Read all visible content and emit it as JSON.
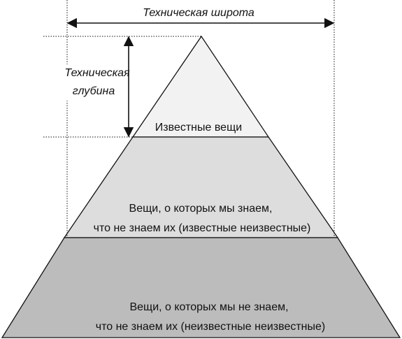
{
  "diagram": {
    "width_label": "Техническая широта",
    "depth_label_line1": "Техническая",
    "depth_label_line2": "глубина",
    "tiers": [
      {
        "lines": [
          "Известные вещи"
        ],
        "fill": "#f2f2f2"
      },
      {
        "lines": [
          "Вещи, о которых мы знаем,",
          "что не знаем их (известные неизвестные)"
        ],
        "fill": "#dddddd"
      },
      {
        "lines": [
          "Вещи, о которых мы не знаем,",
          "что не знаем их (неизвестные неизвестные)"
        ],
        "fill": "#bcbcbc"
      }
    ],
    "colors": {
      "stroke": "#111111",
      "background": "#ffffff"
    }
  }
}
